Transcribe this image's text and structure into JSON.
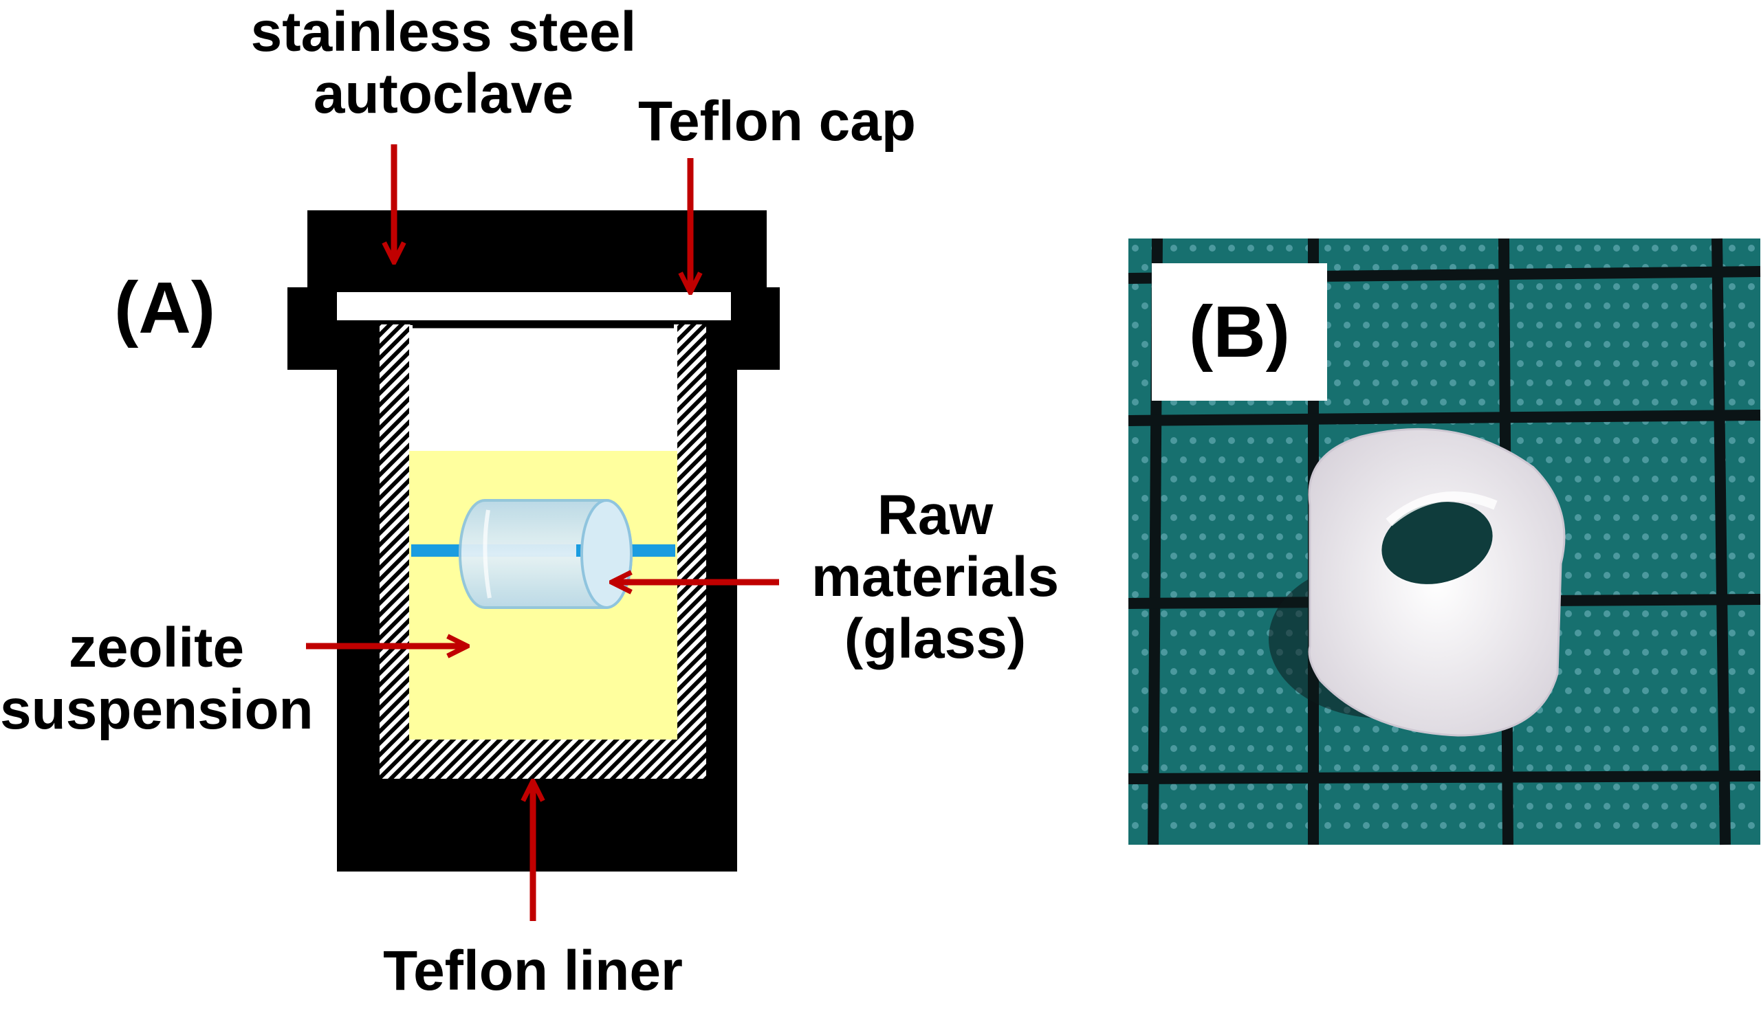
{
  "panel_a": {
    "letter": "(A)",
    "labels": {
      "autoclave_line1": "stainless steel",
      "autoclave_line2": "autoclave",
      "cap": "Teflon cap",
      "raw_line1": "Raw",
      "raw_line2": "materials",
      "raw_line3": "(glass)",
      "zeolite_line1": "zeolite",
      "zeolite_line2": "suspension",
      "liner": "Teflon liner"
    },
    "colors": {
      "autoclave": "#000000",
      "cap": "#ffffff",
      "suspension": "#ffff9e",
      "arrow": "#c00000",
      "rod": "#1a9ce0",
      "glass": "#cfe6f2"
    }
  },
  "panel_b": {
    "letter": "(B)",
    "colors": {
      "background": "#17706f",
      "grid": "#0b1416",
      "ring": "#f2eff4"
    }
  }
}
